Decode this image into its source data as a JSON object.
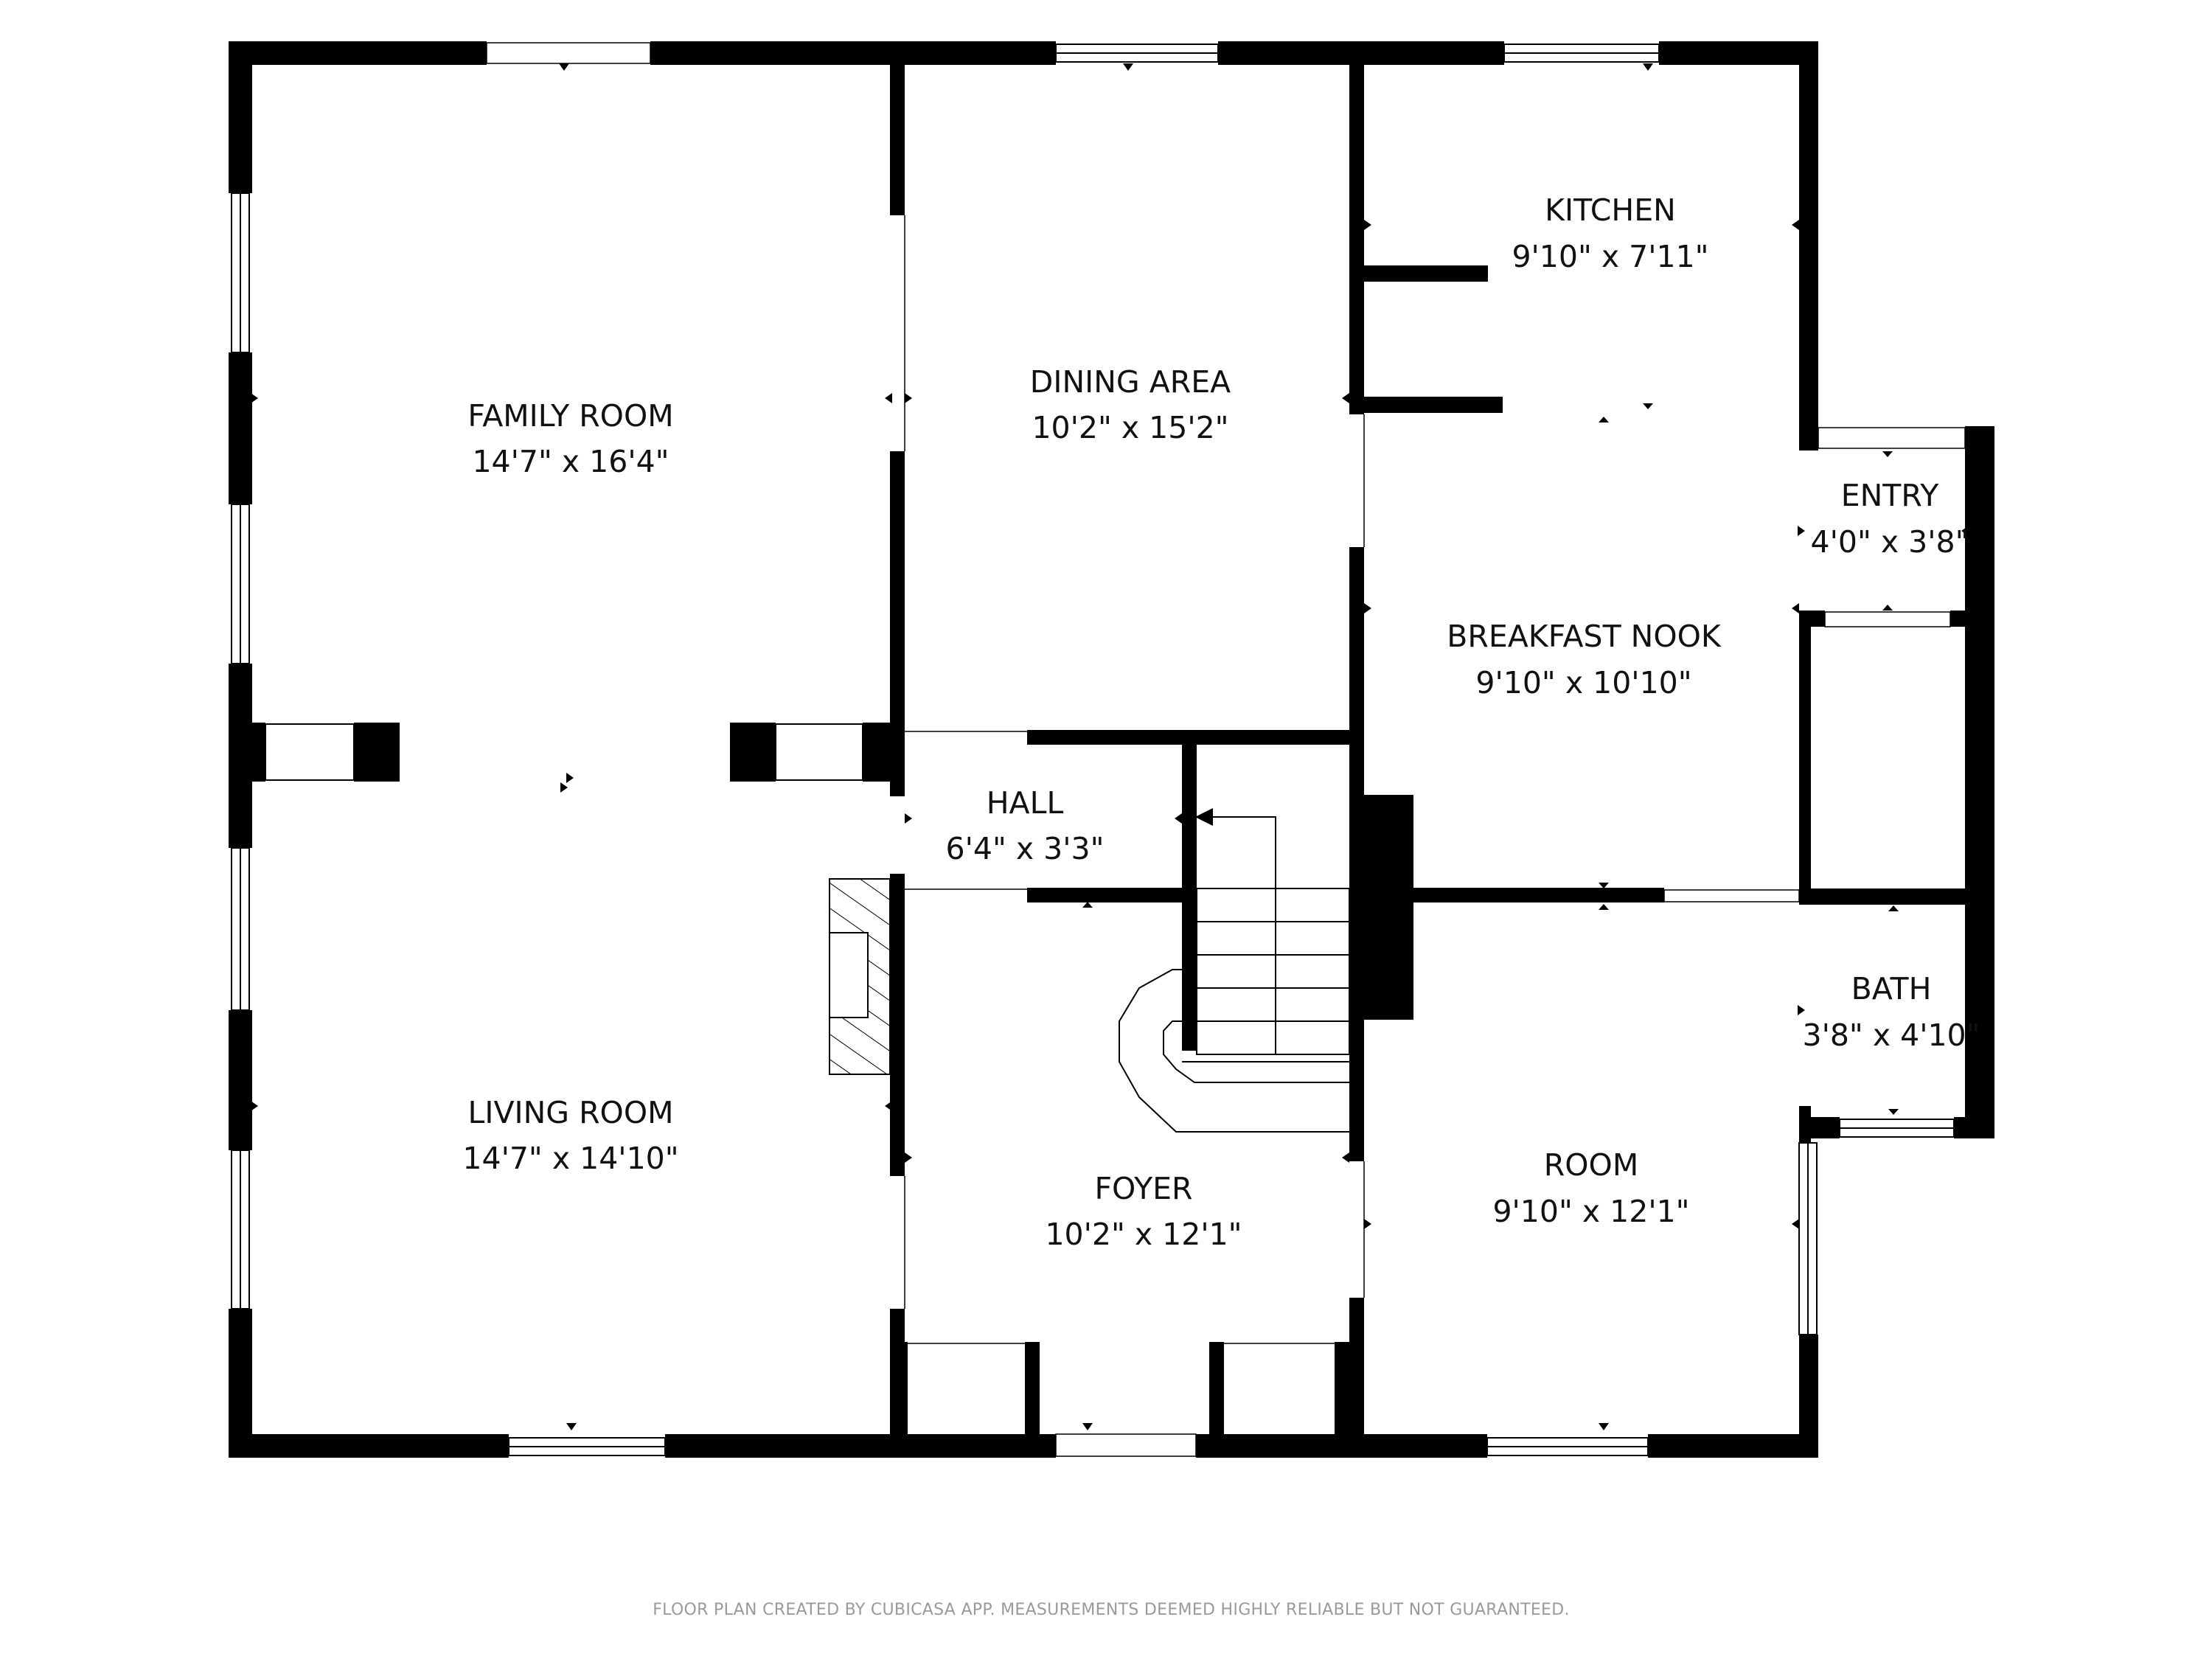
{
  "rooms": {
    "family_room": {
      "name": "FAMILY ROOM",
      "dims": "14'7\" x 16'4\""
    },
    "dining_area": {
      "name": "DINING AREA",
      "dims": "10'2\" x 15'2\""
    },
    "kitchen": {
      "name": "KITCHEN",
      "dims": "9'10\" x 7'11\""
    },
    "entry": {
      "name": "ENTRY",
      "dims": "4'0\" x 3'8\""
    },
    "breakfast_nook": {
      "name": "BREAKFAST NOOK",
      "dims": "9'10\" x 10'10\""
    },
    "hall": {
      "name": "HALL",
      "dims": "6'4\" x 3'3\""
    },
    "living_room": {
      "name": "LIVING ROOM",
      "dims": "14'7\" x 14'10\""
    },
    "foyer": {
      "name": "FOYER",
      "dims": "10'2\" x 12'1\""
    },
    "room": {
      "name": "ROOM",
      "dims": "9'10\" x 12'1\""
    },
    "bath": {
      "name": "BATH",
      "dims": "3'8\" x 4'10\""
    }
  },
  "footer": "FLOOR PLAN CREATED BY CUBICASA APP. MEASUREMENTS DEEMED HIGHLY RELIABLE BUT NOT GUARANTEED.",
  "colors": {
    "wall": "#000000",
    "background": "#ffffff",
    "footer_text": "#9a9a9a"
  }
}
